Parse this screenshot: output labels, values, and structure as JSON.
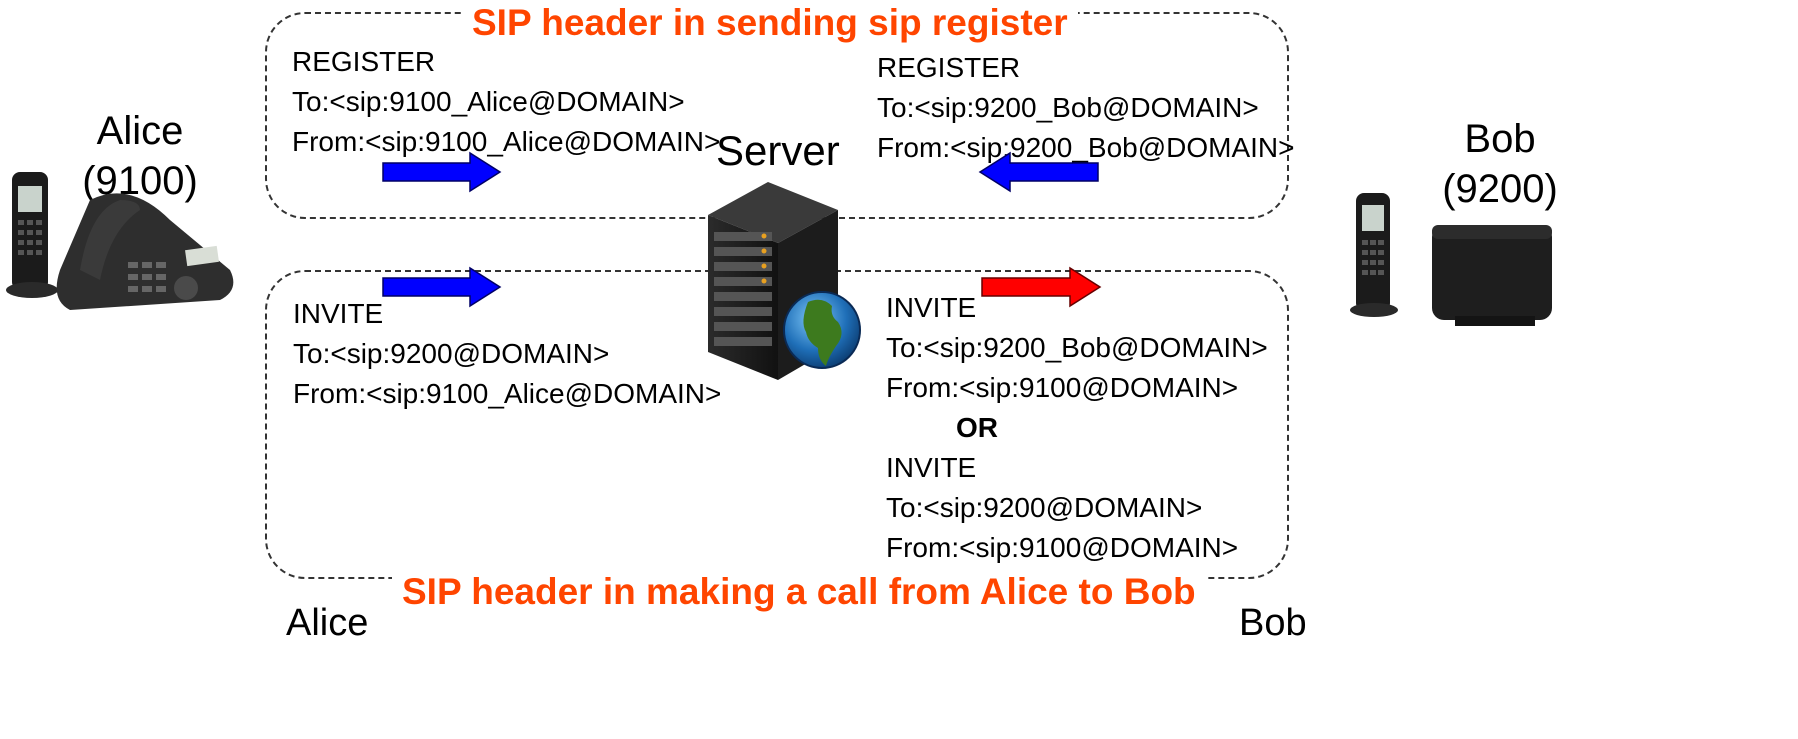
{
  "top_box": {
    "title": "SIP header in sending sip register",
    "left": {
      "method": "REGISTER",
      "to": "To:<sip:9100_Alice@DOMAIN>",
      "from": "From:<sip:9100_Alice@DOMAIN>"
    },
    "right": {
      "method": "REGISTER",
      "to": "To:<sip:9200_Bob@DOMAIN>",
      "from": "From:<sip:9200_Bob@DOMAIN>"
    }
  },
  "bottom_box": {
    "title": "SIP header in making a call from Alice to Bob",
    "left": {
      "method": "INVITE",
      "to": "To:<sip:9200@DOMAIN>",
      "from": "From:<sip:9100_Alice@DOMAIN>"
    },
    "right": {
      "option1": {
        "method": "INVITE",
        "to": "To:<sip:9200_Bob@DOMAIN>",
        "from": "From:<sip:9100@DOMAIN>"
      },
      "or_label": "OR",
      "option2": {
        "method": "INVITE",
        "to": "To:<sip:9200@DOMAIN>",
        "from": "From:<sip:9100@DOMAIN>"
      }
    }
  },
  "server_label": "Server",
  "alice": {
    "name": "Alice",
    "ext": "(9100)",
    "caption": "Alice"
  },
  "bob": {
    "name": "Bob",
    "ext": "(9200)",
    "caption": "Bob"
  },
  "colors": {
    "title": "#ff4500",
    "arrow_blue": "#0000ff",
    "arrow_red": "#ff0000"
  }
}
